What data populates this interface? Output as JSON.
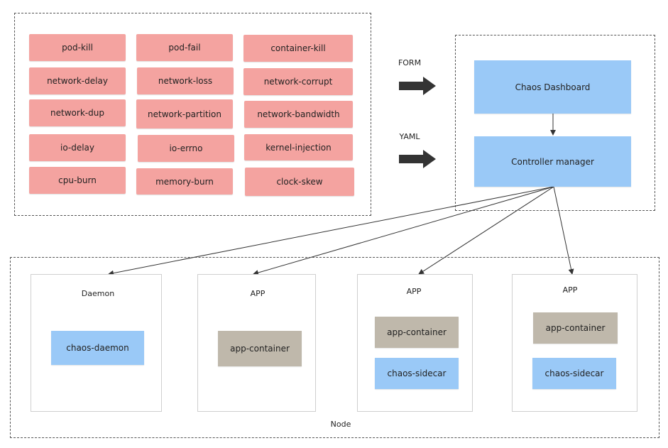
{
  "chaos_types": [
    "pod-kill",
    "pod-fail",
    "container-kill",
    "network-delay",
    "network-loss",
    "network-corrupt",
    "network-dup",
    "network-partition",
    "network-bandwidth",
    "io-delay",
    "io-errno",
    "kernel-injection",
    "cpu-burn",
    "memory-burn",
    "clock-skew"
  ],
  "inputs": {
    "form_label": "FORM",
    "yaml_label": "YAML"
  },
  "control_plane": {
    "dashboard": "Chaos Dashboard",
    "controller": "Controller manager"
  },
  "node": {
    "label": "Node",
    "daemon_pod": {
      "title": "Daemon",
      "box": "chaos-daemon"
    },
    "app_pod_1": {
      "title": "APP",
      "box": "app-container"
    },
    "app_pod_2": {
      "title": "APP",
      "container": "app-container",
      "sidecar": "chaos-sidecar"
    },
    "app_pod_3": {
      "title": "APP",
      "container": "app-container",
      "sidecar": "chaos-sidecar"
    }
  },
  "colors": {
    "chaos_chip": "#f4a3a0",
    "control_box": "#9ac9f7",
    "app_container": "#bfb8ab"
  }
}
